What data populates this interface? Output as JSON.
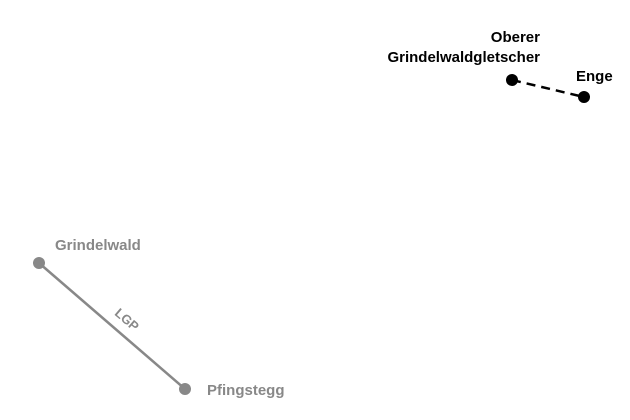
{
  "map": {
    "stations": {
      "oberer": {
        "label_line1": "Oberer",
        "label_line2": "Grindelwaldgletscher",
        "status": "active"
      },
      "enge": {
        "label": "Enge",
        "status": "active"
      },
      "grindelwald": {
        "label": "Grindelwald",
        "status": "inactive"
      },
      "pfingstegg": {
        "label": "Pfingstegg",
        "status": "inactive"
      }
    },
    "routes": [
      {
        "from": "Grindelwald",
        "to": "Pfingstegg",
        "label": "LGP",
        "style": "solid",
        "color": "#888888"
      },
      {
        "from": "Oberer Grindelwaldgletscher",
        "to": "Enge",
        "label": "",
        "style": "dashed",
        "color": "#000000"
      }
    ]
  },
  "colors": {
    "active": "#000000",
    "inactive": "#888888",
    "background": "#ffffff"
  }
}
